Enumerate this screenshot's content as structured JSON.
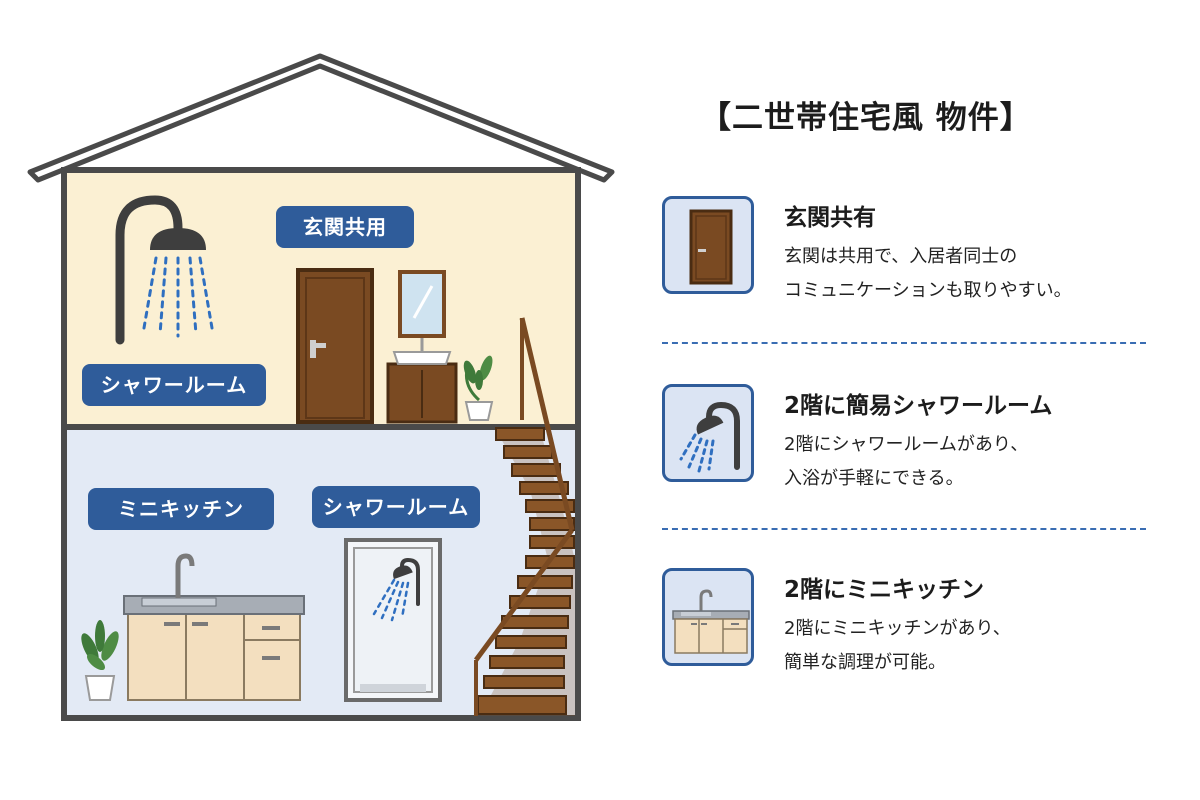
{
  "title": "【二世帯住宅風 物件】",
  "house_labels": {
    "shower_upper": "シャワールーム",
    "entrance": "玄関共用",
    "kitchen": "ミニキッチン",
    "shower_lower": "シャワールーム"
  },
  "features": [
    {
      "icon": "door-icon",
      "title": "玄関共有",
      "desc_line1": "玄関は共用で、入居者同士の",
      "desc_line2": "コミュニケーションも取りやすい。"
    },
    {
      "icon": "shower-icon",
      "title": "2階に簡易シャワールーム",
      "desc_line1": "2階にシャワールームがあり、",
      "desc_line2": "入浴が手軽にできる。"
    },
    {
      "icon": "kitchen-icon",
      "title": "2階にミニキッチン",
      "desc_line1": "2階にミニキッチンがあり、",
      "desc_line2": "簡単な調理が可能。"
    }
  ],
  "colors": {
    "accent": "#2f5c9a",
    "upper_floor": "#fbf0d3",
    "lower_floor": "#e3eaf5",
    "wood": "#7a4a22"
  }
}
